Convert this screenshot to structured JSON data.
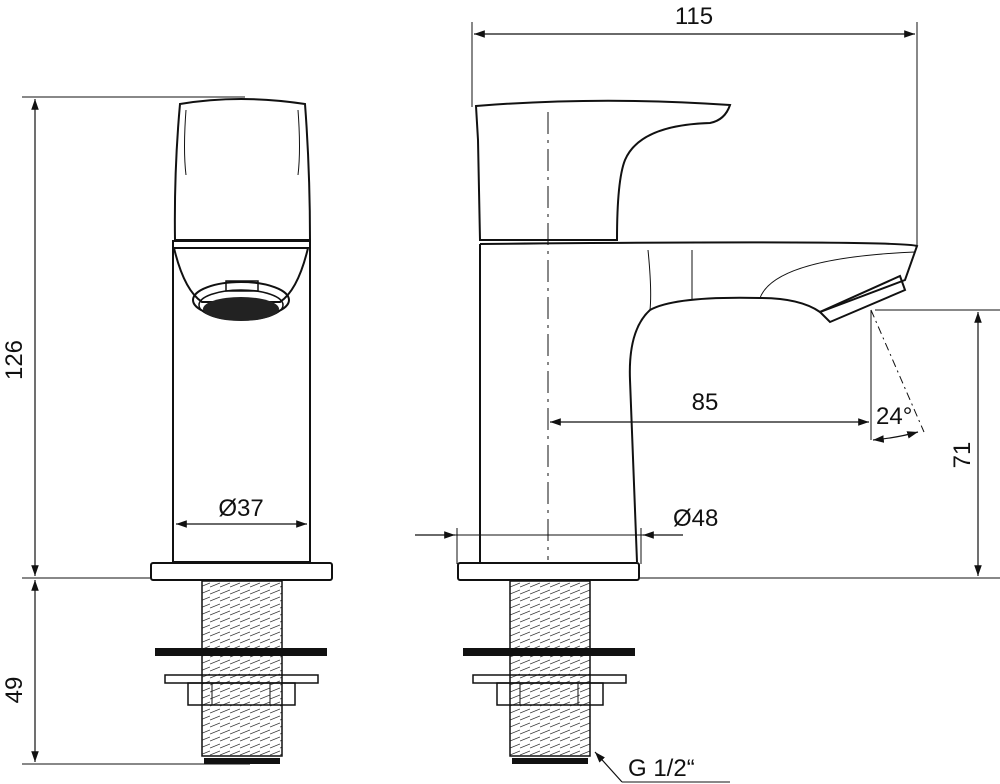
{
  "diagram": {
    "type": "technical-drawing",
    "subject": "single-lever basin faucet",
    "views": [
      "front-view",
      "side-view"
    ],
    "line_color": "#111111",
    "background": "#ffffff"
  },
  "dimensions": {
    "total_height": "126",
    "below_deck_length": "49",
    "body_diameter_front": "Ø37",
    "total_length": "115",
    "spout_reach": "85",
    "spout_height": "71",
    "spray_angle": "24°",
    "base_diameter": "Ø48",
    "thread_size": "G 1/2“"
  }
}
